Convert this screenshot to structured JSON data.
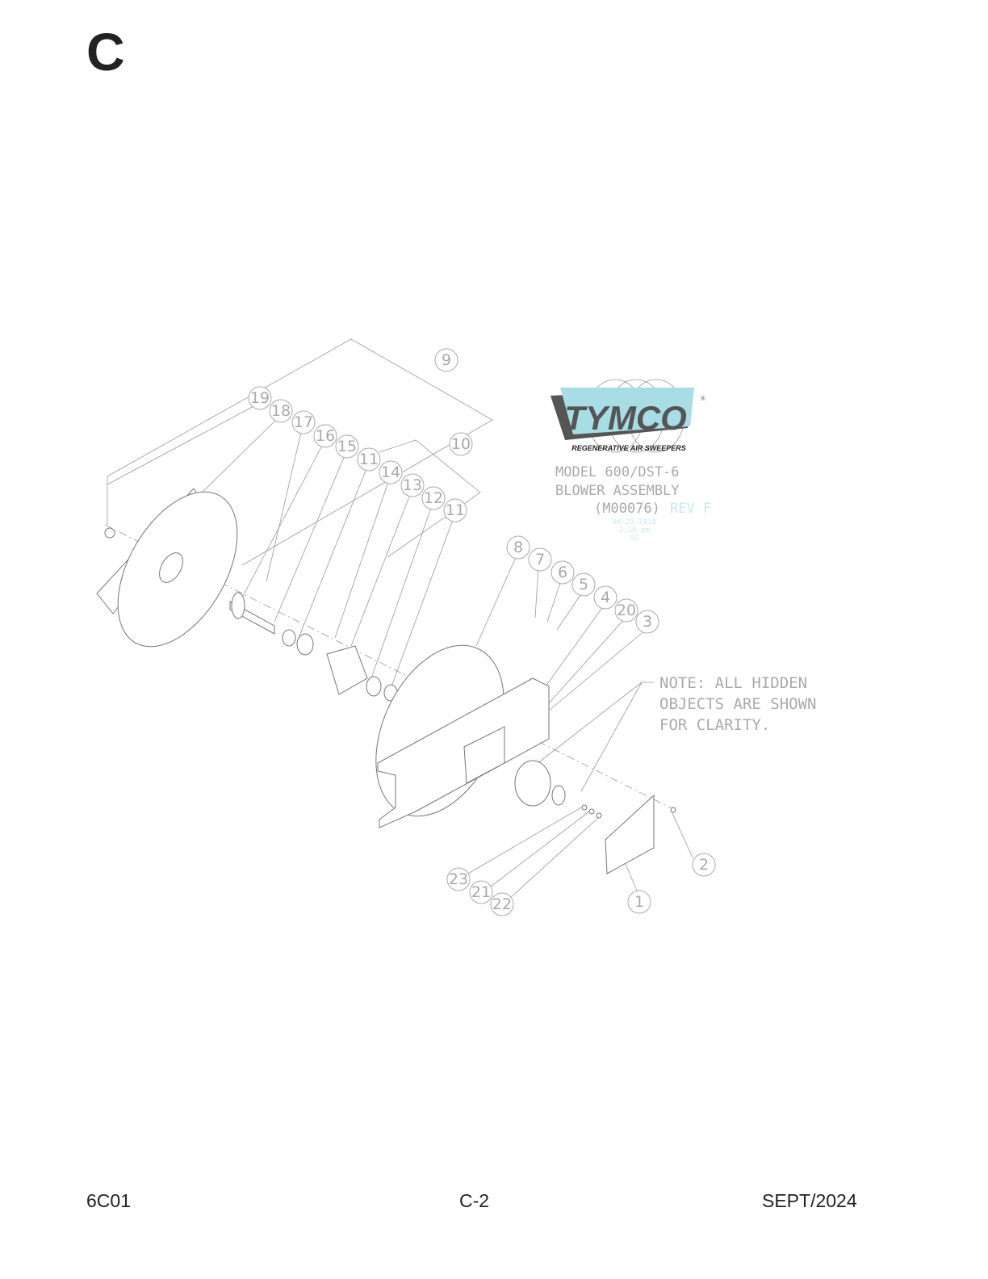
{
  "header": {
    "section_letter": "C"
  },
  "logo": {
    "brand": "TYMCO",
    "tagline": "REGENERATIVE AIR SWEEPERS",
    "registered": "®",
    "colors": {
      "light": "#a8dde6",
      "dark": "#555555"
    }
  },
  "title_block": {
    "line1": "MODEL 600/DST-6",
    "line2": "BLOWER ASSEMBLY",
    "drawing_number": "(M00076)",
    "revision": "REV F",
    "date": "04-25-2018",
    "time": "2:19 pm",
    "initials": "SC"
  },
  "note": {
    "line1": "NOTE: ALL HIDDEN",
    "line2": "OBJECTS ARE SHOWN",
    "line3": "FOR CLARITY."
  },
  "callouts": [
    "9",
    "19",
    "18",
    "17",
    "16",
    "15",
    "11",
    "14",
    "13",
    "12",
    "11",
    "10",
    "8",
    "7",
    "6",
    "5",
    "4",
    "20",
    "3",
    "2",
    "1",
    "23",
    "21",
    "22"
  ],
  "footer": {
    "left": "6C01",
    "center": "C-2",
    "right": "SEPT/2024"
  }
}
